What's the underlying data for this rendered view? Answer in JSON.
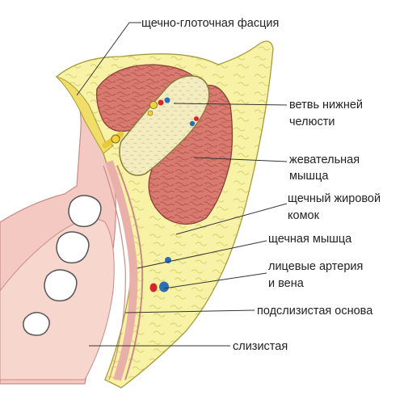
{
  "labels": {
    "buccopharyngeal_fascia": "щечно-глоточная фасция",
    "mandible_ramus_line1": "ветвь нижней",
    "mandible_ramus_line2": "челюсти",
    "masseter_line1": "жевательная",
    "masseter_line2": "мышца",
    "buccal_fat_pad_line1": "щечный жировой",
    "buccal_fat_pad_line2": "комок",
    "buccinator": "щечная мышца",
    "facial_vessels_line1": "лицевые артерия",
    "facial_vessels_line2": "и вена",
    "submucosa": "подслизистая основа",
    "mucosa": "слизистая"
  },
  "colors": {
    "mucosa_pink": "#f3c9c1",
    "fat_yellow": "#f7f2a6",
    "muscle_red": "#d97a70",
    "bone_cream": "#f2ecc0",
    "artery_red": "#d8242a",
    "vein_blue": "#2a6fb5"
  }
}
